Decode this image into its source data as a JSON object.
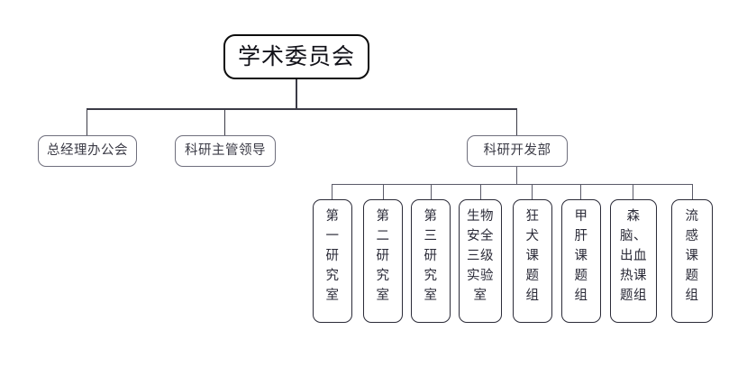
{
  "diagram": {
    "type": "organization-chart",
    "title": "",
    "background_color": "#ffffff",
    "root_border_color": "#0d0d0d",
    "level1_border_color": "#6f6f7d",
    "level2_border_color": "#2b2b38",
    "connector_color": "#5a5a68",
    "root": {
      "label": "学术委员会"
    },
    "level1": [
      {
        "label": "总经理办公会"
      },
      {
        "label": "科研主管领导"
      },
      {
        "label": "科研开发部"
      }
    ],
    "level2": [
      {
        "label": "第\n一\n研\n究\n室"
      },
      {
        "label": "第\n二\n研\n究\n室"
      },
      {
        "label": "第\n三\n研\n究\n室"
      },
      {
        "label": "生物\n安全\n三级\n实验\n室"
      },
      {
        "label": "狂\n犬\n课\n题\n组"
      },
      {
        "label": "甲\n肝\n课\n题\n组"
      },
      {
        "label": "森\n脑、\n出血\n热课\n题组"
      },
      {
        "label": "流\n感\n课\n题\n组"
      }
    ]
  }
}
